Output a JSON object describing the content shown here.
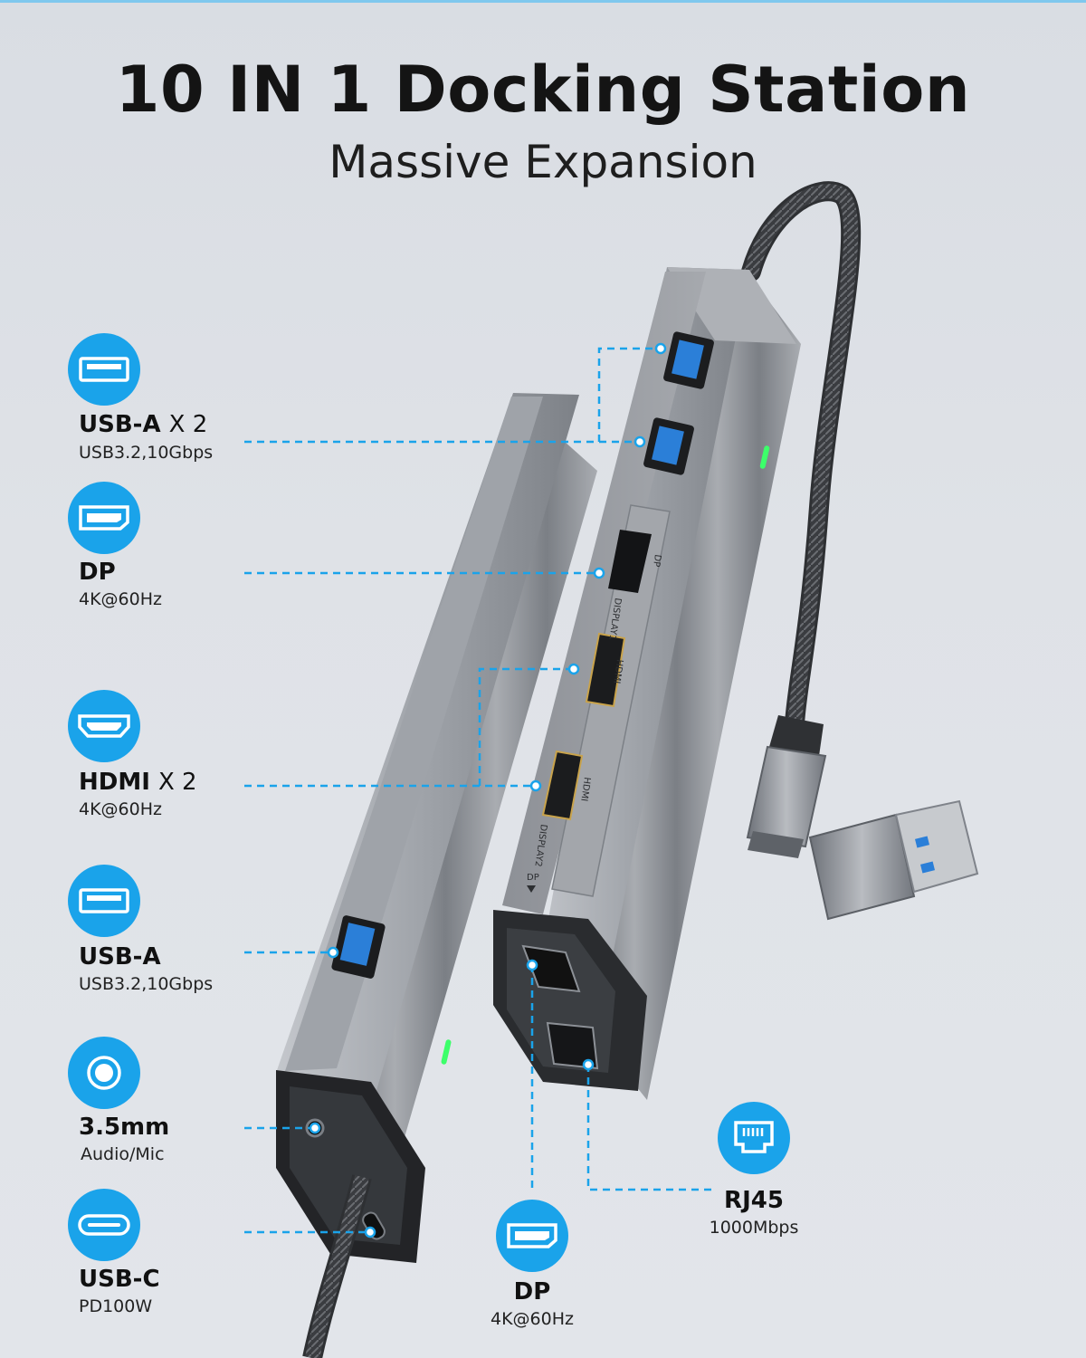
{
  "header": {
    "title": "10 IN 1 Docking Station",
    "subtitle": "Massive Expansion"
  },
  "features": {
    "usb_a_x2": {
      "name": "USB-A",
      "multiplier": "X 2",
      "spec": "USB3.2,10Gbps",
      "icon": "usb-a-port-icon"
    },
    "dp_top": {
      "name": "DP",
      "spec": "4K@60Hz",
      "icon": "displayport-icon"
    },
    "hdmi_x2": {
      "name": "HDMI",
      "multiplier": "X 2",
      "spec": "4K@60Hz",
      "icon": "hdmi-port-icon"
    },
    "usb_a": {
      "name": "USB-A",
      "spec": "USB3.2,10Gbps",
      "icon": "usb-a-port-icon"
    },
    "audio": {
      "name": "3.5mm",
      "spec": "Audio/Mic",
      "icon": "audio-jack-icon"
    },
    "usb_c": {
      "name": "USB-C",
      "spec": "PD100W",
      "icon": "usb-c-port-icon"
    },
    "dp_bottom": {
      "name": "DP",
      "spec": "4K@60Hz",
      "icon": "displayport-icon"
    },
    "rj45": {
      "name": "RJ45",
      "spec": "1000Mbps",
      "icon": "ethernet-port-icon"
    }
  },
  "device_markings": {
    "dp": "DP",
    "display1": "DISPLAY1",
    "hdmi": "HDMI",
    "display2": "DISPLAY2",
    "dp_arrow": "DP"
  },
  "colors": {
    "accent": "#1aa3ea",
    "leader_line": "#1aa3ea",
    "background": "#dde0e5",
    "aluminum": "#9a9ea5",
    "usb3_blue": "#2b7fd8",
    "status_led": "#3cff6a"
  }
}
